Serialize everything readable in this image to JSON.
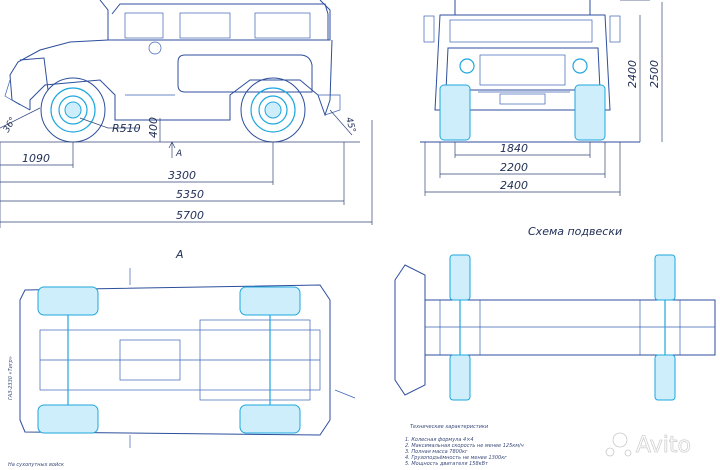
{
  "dimensions": {
    "wheel_radius": "R510",
    "clearance": "400",
    "approach_angle": "36°",
    "departure_angle": "45°",
    "front_overhang": "1090",
    "wheelbase": "3300",
    "body_length": "5350",
    "overall_length": "5700",
    "track": "1840",
    "body_width": "2200",
    "overall_width": "2400",
    "height_body": "2400",
    "height_total": "2500"
  },
  "labels": {
    "section_marker": "A",
    "plan_view_title": "A",
    "suspension_title": "Схема подвески",
    "specs_heading": "Технические характеристики",
    "vertical_note": "ГАЗ-2330 «Тигр»",
    "footer_note": "На сухопутных войск"
  },
  "specs": [
    "1. Колесная формула 4×4",
    "2. Максимальная скорость не менее 125км/ч",
    "3. Полная масса 7800кг",
    "4. Грузоподъёмность не менее 1300кг",
    "5. Мощность двигателя 158кВт"
  ],
  "watermark": "Avito"
}
